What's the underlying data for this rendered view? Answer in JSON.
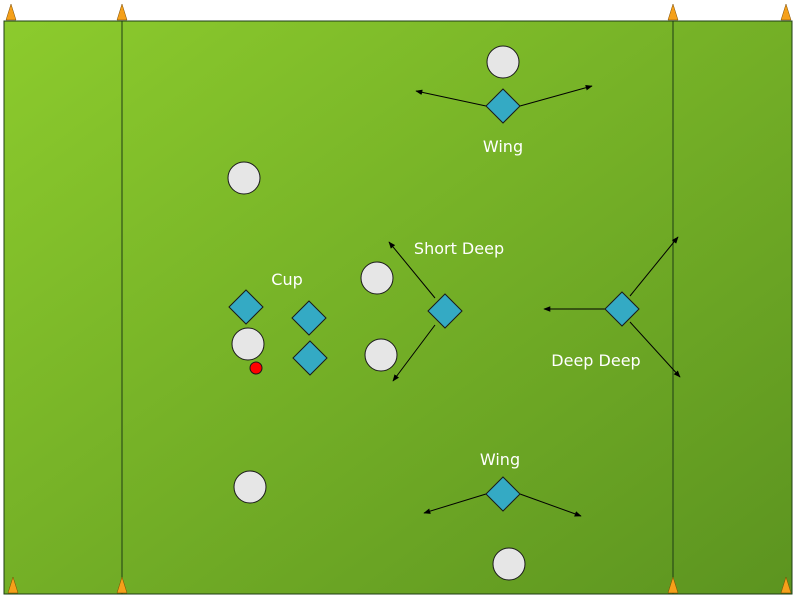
{
  "colors": {
    "field_light": "#8ccb2d",
    "field_dark": "#5c9420",
    "line": "#1e3d14",
    "offense_fill": "#e6e6e6",
    "defense_fill": "#34aac4",
    "disc": "#ff0000",
    "cone": "#f5a01a",
    "label": "#ffffff"
  },
  "labels": {
    "cup": "Cup",
    "wing_top": "Wing",
    "short_deep": "Short Deep",
    "deep_deep": "Deep Deep",
    "wing_bottom": "Wing"
  },
  "markers": {
    "offense_player": "circle",
    "defense_player": "diamond",
    "disc": "circle",
    "field_cone": "triangle"
  }
}
